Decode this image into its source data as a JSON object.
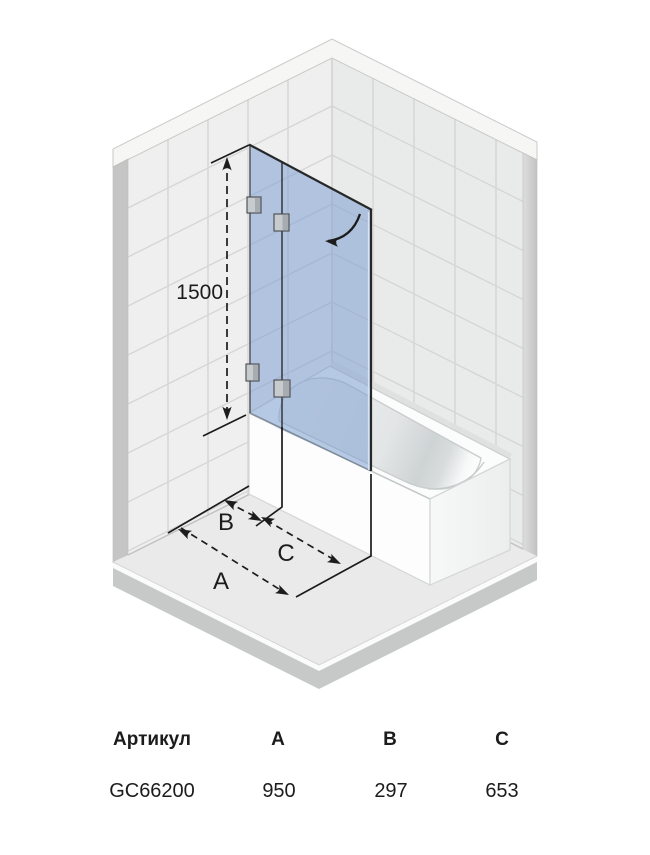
{
  "diagram": {
    "height_label": "1500",
    "dim_a_label": "A",
    "dim_b_label": "B",
    "dim_c_label": "C",
    "glass_color": "#7d9fd0",
    "dimension_color": "#1c1c1c",
    "wall_tile_color": "#ededed",
    "floor_color": "#eaeaea"
  },
  "table": {
    "headers": [
      "Артикул",
      "A",
      "B",
      "C"
    ],
    "rows": [
      [
        "GC66200",
        "950",
        "297",
        "653"
      ]
    ]
  }
}
